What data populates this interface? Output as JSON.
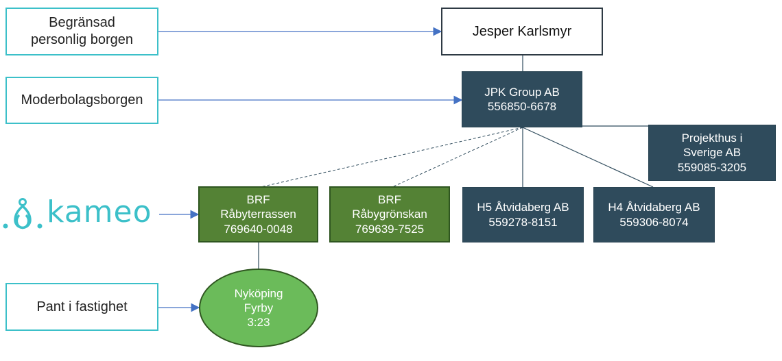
{
  "colors": {
    "teal_border": "#3cc0c9",
    "navy_fill": "#2f4b5c",
    "dark_green_fill": "#548235",
    "light_green_fill": "#6bbb5a",
    "arrow": "#4472c4"
  },
  "guarantees": {
    "personal": [
      "Begränsad",
      "personlig borgen"
    ],
    "parent": "Moderbolagsborgen",
    "pledge": "Pant i fastighet"
  },
  "logo": {
    "icon": "kameo-logo-icon",
    "word": "kameo"
  },
  "entities": {
    "person": "Jesper Karlsmyr",
    "jpk": {
      "name": "JPK Group AB",
      "org": "556850-6678"
    },
    "projekthus": {
      "name_lines": [
        "Projekthus i",
        "Sverige AB"
      ],
      "org": "559085-3205"
    },
    "brf1": {
      "lines": [
        "BRF",
        "Råbyterrassen"
      ],
      "org": "769640-0048"
    },
    "brf2": {
      "lines": [
        "BRF",
        "Råbygrönskan"
      ],
      "org": "769639-7525"
    },
    "h5": {
      "name": "H5 Åtvidaberg AB",
      "org": "559278-8151"
    },
    "h4": {
      "name": "H4 Åtvidaberg AB",
      "org": "559306-8074"
    },
    "property": {
      "lines": [
        "Nyköping",
        "Fyrby"
      ],
      "id": "3:23"
    }
  }
}
